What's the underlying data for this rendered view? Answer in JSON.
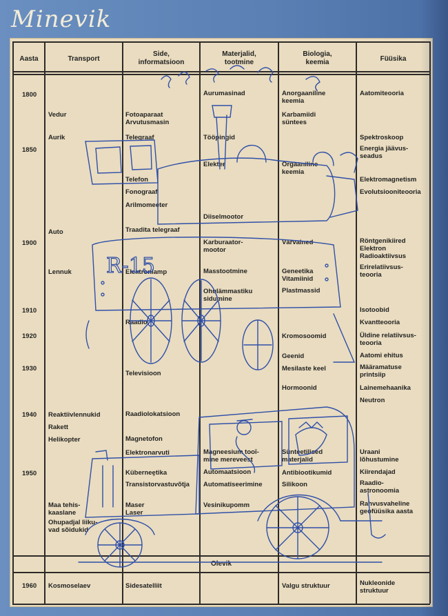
{
  "logo": "Minevik",
  "headers": {
    "year": "Aasta",
    "transport": "Transport",
    "comms": "Side,\ninformatsioon",
    "materials": "Materjalid,\ntootmine",
    "bio": "Biologia,\nkeemia",
    "physics": "Füüsika"
  },
  "present_label": "Olevik",
  "years": {
    "y1800": "1800",
    "y1850": "1850",
    "y1900": "1900",
    "y1910": "1910",
    "y1920": "1920",
    "y1930": "1930",
    "y1940": "1940",
    "y1950": "1950",
    "y1960": "1960"
  },
  "transport": {
    "t1": "Vedur",
    "t2": "Aurik",
    "t3": "Auto",
    "t4": "Lennuk",
    "t5": "Reaktiivlennukid",
    "t6": "Rakett",
    "t7": "Helikopter",
    "t8": "Maa tehis-\nkaaslane",
    "t9": "Ohupadjal liiku-\nvad sõidukid",
    "t10": "Kosmoselaev"
  },
  "comms": {
    "c1": "Fotoaparaat\nArvutusmasin",
    "c2": "Telegraaf",
    "c3": "Telefon",
    "c4": "Fonograaf",
    "c5": "Arilmomeeter",
    "c6": "Traadita telegraaf",
    "c7": "Elektronlamp",
    "c8": "Raadio",
    "c9": "Televisioon",
    "c10": "Raadiolokatsioon",
    "c11": "Magnetofon",
    "c12": "Elektronarvuti",
    "c13": "Kübernee̱tika",
    "c14": "Transistorvastuvõtja",
    "c15": "Maser\nLaser",
    "c16": "Sidesatelliit"
  },
  "materials": {
    "m1": "Aurumasinad",
    "m2": "Tööpingid",
    "m3": "Elekter",
    "m4": "Diiselmootor",
    "m5": "Karburaator-\nmootor",
    "m6": "Masstootmine",
    "m7": "Ohulämmastiku\nsidumine",
    "m8": "Magneesium tooī-\nmine mereveest",
    "m9": "Automaatsioon",
    "m10": "Automatiseerimine",
    "m11": "Vesinikupomm"
  },
  "bio": {
    "b1": "Anorgaaniline\nkeemia",
    "b2": "Karbamiidi\nsüntees",
    "b3": "Orgaaniline\nkeemia",
    "b4": "Värvained",
    "b5": "Geneetika\nVitamiinid",
    "b6": "Plastmassid",
    "b7": "Kromosoomid",
    "b8": "Geenid",
    "b9": "Mesilaste keel",
    "b10": "Hormoonid",
    "b11": "Sünteetilised\nmaterjalid",
    "b12": "Antibiootikumid",
    "b13": "Silikoon",
    "b14": "Valgu struktuur"
  },
  "physics": {
    "p1": "Aatomiteooria",
    "p2": "Spektroskoop",
    "p3": "Energia jäävus-\nseadus",
    "p4": "Elektromagnetism",
    "p5": "Evolutsiooniteooria",
    "p6": "Röntgenikiired\nElektron\nRadioaktiivsus",
    "p7": "Erirelatiivsus-\nteooria",
    "p8": "Isotoobid",
    "p9": "Kvantteooria",
    "p10": "Üldine relatiivsus-\nteooria",
    "p11": "Aatomi ehitus",
    "p12": "Määramatuse\nprintsiip",
    "p13": "Lainemehaanika",
    "p14": "Neutron",
    "p15": "Uraani\nlõhustumine",
    "p16": "Kiirendajad",
    "p17": "Raadio-\nastronoomia",
    "p18": "Rahvusvaheline\ngeofüüsika aasta",
    "p19": "Nukleonide\nstruktuur"
  }
}
